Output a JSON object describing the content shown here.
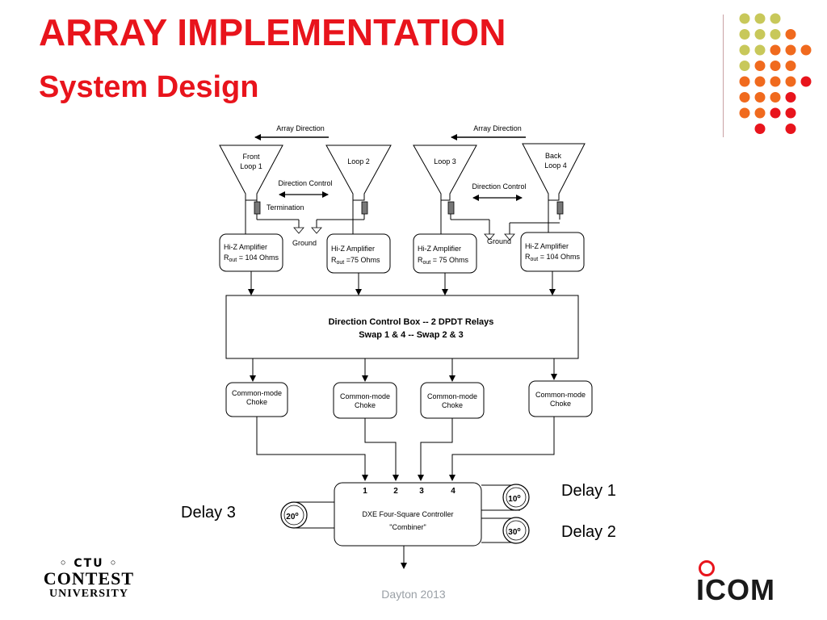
{
  "slide": {
    "title": "ARRAY IMPLEMENTATION",
    "subtitle": "System Design",
    "footer": "Dayton 2013",
    "accent_color": "#e8141c",
    "dot_colors": [
      "#c8c85a",
      "#f06a1e",
      "#e8141c"
    ]
  },
  "logos": {
    "left": {
      "mark": "◦ CTU ◦",
      "line1": "CONTEST",
      "line2": "UNIVERSITY"
    },
    "right": {
      "word": "ICOM"
    }
  },
  "diagram": {
    "array_direction_left": "Array Direction",
    "array_direction_right": "Array Direction",
    "loops": [
      {
        "line1": "Front",
        "line2": "Loop 1"
      },
      {
        "line1": "Loop 2",
        "line2": ""
      },
      {
        "line1": "Loop 3",
        "line2": ""
      },
      {
        "line1": "Back",
        "line2": "Loop 4"
      }
    ],
    "direction_control_left": "Direction Control",
    "direction_control_right": "Direction Control",
    "termination": "Termination",
    "ground_left": "Ground",
    "ground_right": "Ground",
    "amplifiers": [
      {
        "line1": "Hi-Z Amplifier",
        "r": "R",
        "sub": "out",
        "val": " = 104 Ohms"
      },
      {
        "line1": "Hi-Z Amplifier",
        "r": "R",
        "sub": "out",
        "val": " =75 Ohms"
      },
      {
        "line1": "Hi-Z Amplifier",
        "r": "R",
        "sub": "out",
        "val": " = 75 Ohms"
      },
      {
        "line1": "Hi-Z Amplifier",
        "r": "R",
        "sub": "out",
        "val": " = 104 Ohms"
      }
    ],
    "control_box_line1": "Direction Control Box  -- 2 DPDT Relays",
    "control_box_line2": "Swap 1 & 4  --  Swap 2 & 3",
    "chokes": [
      {
        "line1": "Common-mode",
        "line2": "Choke"
      },
      {
        "line1": "Common-mode",
        "line2": "Choke"
      },
      {
        "line1": "Common-mode",
        "line2": "Choke"
      },
      {
        "line1": "Common-mode",
        "line2": "Choke"
      }
    ],
    "ports": [
      "1",
      "2",
      "3",
      "4"
    ],
    "controller_line1": "DXE Four-Square Controller",
    "controller_line2": "\"Combiner\"",
    "delays": [
      {
        "coil": "10",
        "label": "Delay 1"
      },
      {
        "coil": "30",
        "label": "Delay 2"
      },
      {
        "coil": "20",
        "label": "Delay 3"
      }
    ],
    "degree_mark": "o"
  }
}
